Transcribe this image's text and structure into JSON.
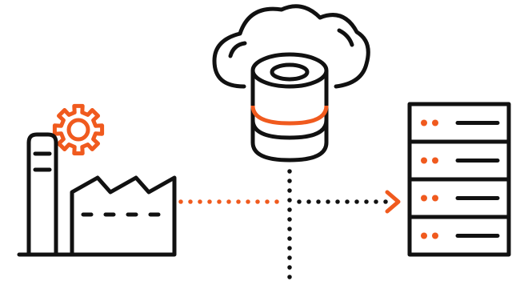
{
  "diagram": {
    "kind": "data-flow illustration",
    "colors": {
      "stroke": "#111111",
      "accent": "#f05a1e",
      "background": "#ffffff"
    },
    "icons": [
      "factory-icon",
      "gear-icon",
      "cloud-icon",
      "database-icon",
      "server-rack-icon",
      "arrow-head-icon"
    ],
    "connectors": [
      {
        "from": "factory",
        "to": "junction",
        "style": "dotted",
        "color": "accent"
      },
      {
        "from": "junction",
        "to": "server-rack",
        "style": "dotted",
        "color": "stroke"
      },
      {
        "from": "cloud-database",
        "to": "junction",
        "style": "dotted",
        "color": "stroke"
      },
      {
        "from": "junction",
        "to": "bottom-edge",
        "style": "dotted",
        "color": "stroke"
      }
    ],
    "server_rack": {
      "units": 4,
      "indicator_lights_per_unit": 2
    }
  }
}
